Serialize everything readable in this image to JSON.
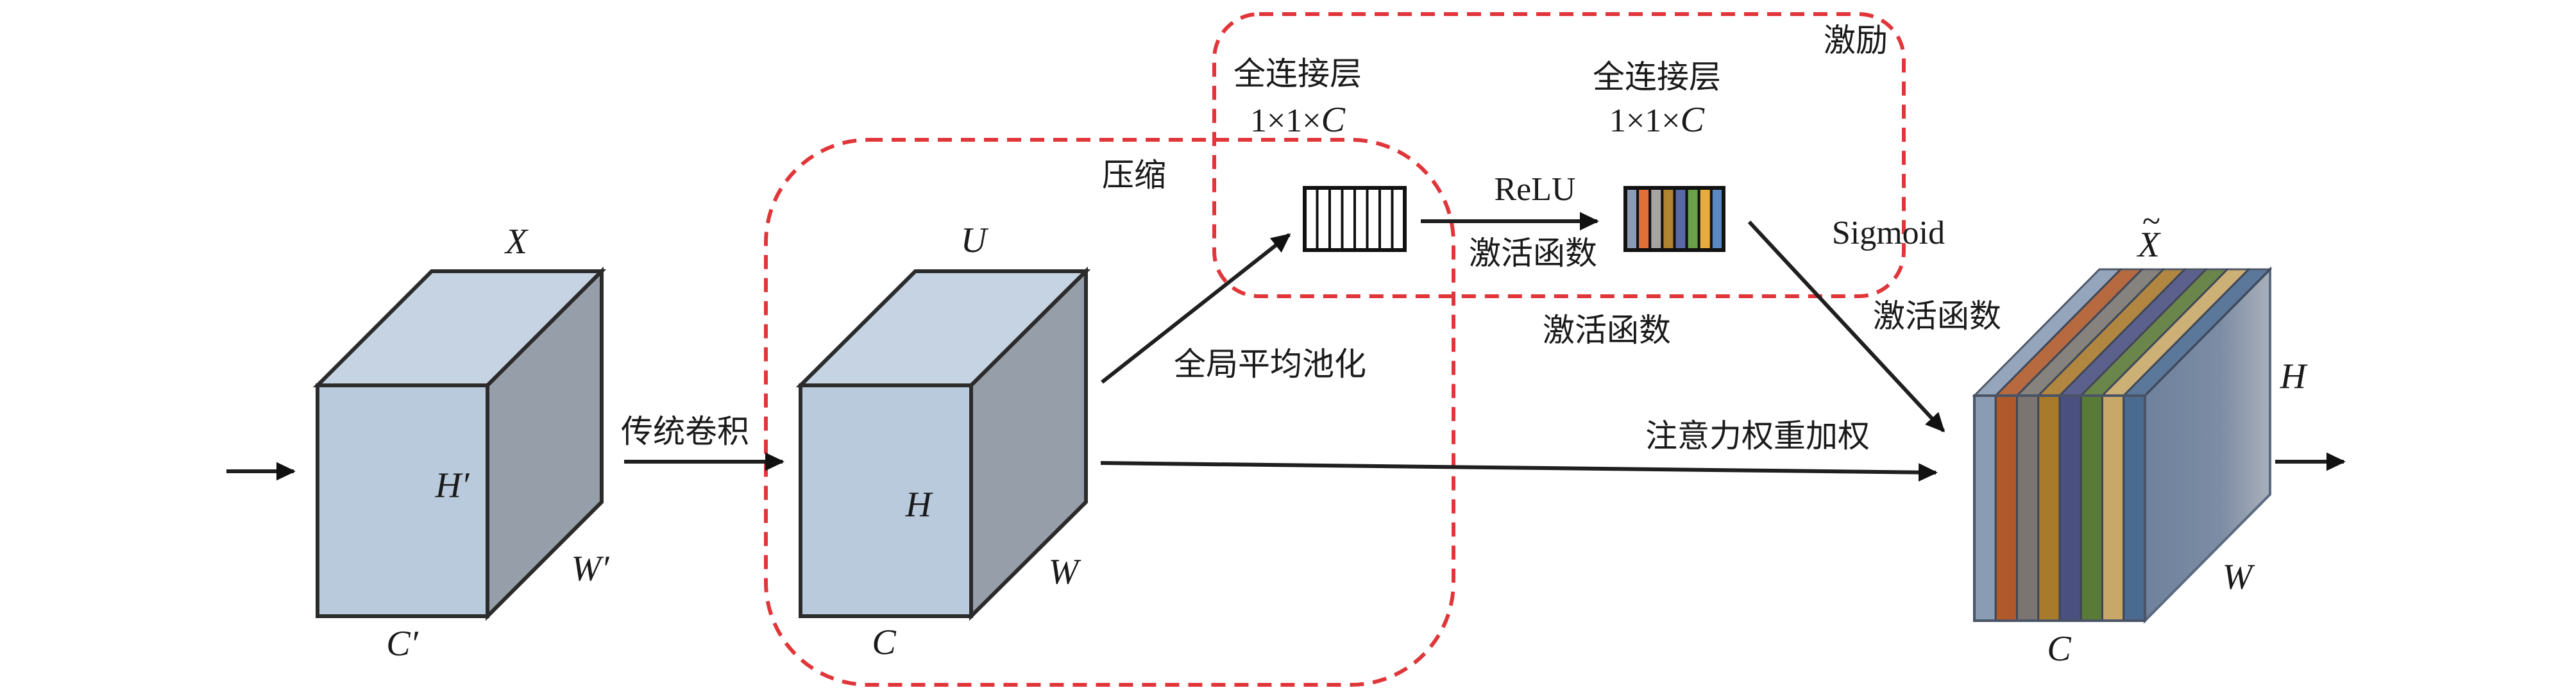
{
  "diagram": {
    "title": "SE (Squeeze-and-Excitation) attention block",
    "colors": {
      "cube_front": "#b9cadc",
      "cube_top": "#c5d3e3",
      "cube_side": "#969ea9",
      "edge": "#2b2b2b",
      "dashed_box": "#e0363a",
      "channel_colors": [
        "#8a9cb4",
        "#e07038",
        "#a8a4a2",
        "#b08430",
        "#5a68a8",
        "#6aa048",
        "#e8ac3c",
        "#5a88c0"
      ],
      "output_channel_colors": [
        "#8a9cb4",
        "#b05a2c",
        "#7a7570",
        "#a87a2c",
        "#4a5080",
        "#5a7a38",
        "#c8a868",
        "#4a6a90"
      ],
      "output_side": "#7a8aa2"
    },
    "input_tensor": {
      "name": "X",
      "height_label": "H′",
      "width_label": "W′",
      "channel_label": "C′"
    },
    "conv_label": "传统卷积",
    "feature_tensor": {
      "name": "U",
      "height_label": "H",
      "width_label": "W",
      "channel_label": "C"
    },
    "squeeze": {
      "label": "压缩",
      "pooling_label": "全局平均池化"
    },
    "excitation": {
      "label": "激励",
      "fc1": {
        "label": "全连接层",
        "shape": "1×1×",
        "shape_var": "C",
        "cells": 8
      },
      "fc2": {
        "label": "全连接层",
        "shape": "1×1×",
        "shape_var": "C",
        "cells": 8
      },
      "relu_label": "ReLU",
      "relu_sub_label": "激活函数",
      "sigmoid_label": "Sigmoid",
      "sigmoid_sub_label": "激活函数"
    },
    "middle_activation_label": "激活函数",
    "reweight_label": "注意力权重加权",
    "output_tensor": {
      "name": "X̃",
      "name_base": "X",
      "name_accent": "~",
      "height_label": "H",
      "width_label": "W",
      "channel_label": "C"
    }
  }
}
